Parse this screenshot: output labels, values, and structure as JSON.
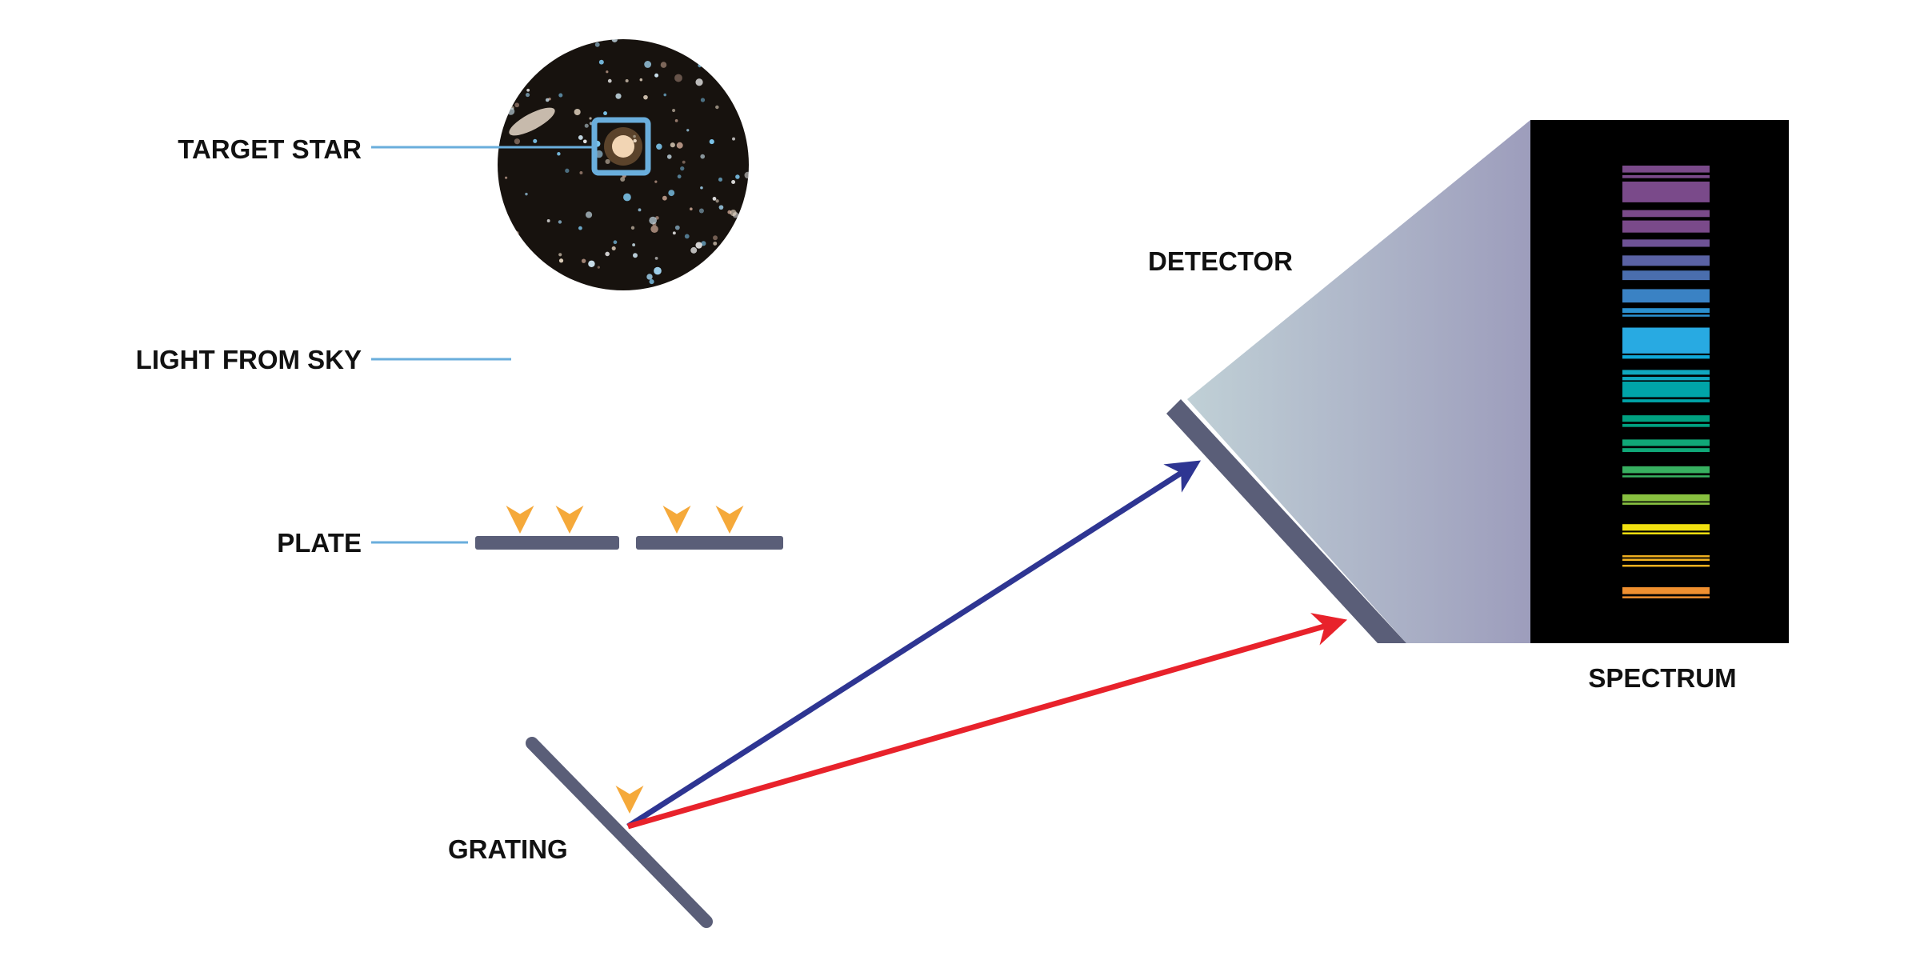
{
  "labels": {
    "target_star": "TARGET STAR",
    "light_from_sky": "LIGHT FROM SKY",
    "plate": "PLATE",
    "grating": "GRATING",
    "detector": "DETECTOR",
    "spectrum": "SPECTRUM"
  },
  "colors": {
    "light": "#f5a93a",
    "blue_ray": "#2e3592",
    "red_ray": "#e8222b",
    "pointer_line": "#6aaedc",
    "hardware": "#5a5e78",
    "spectrum_bg": "#000000"
  }
}
